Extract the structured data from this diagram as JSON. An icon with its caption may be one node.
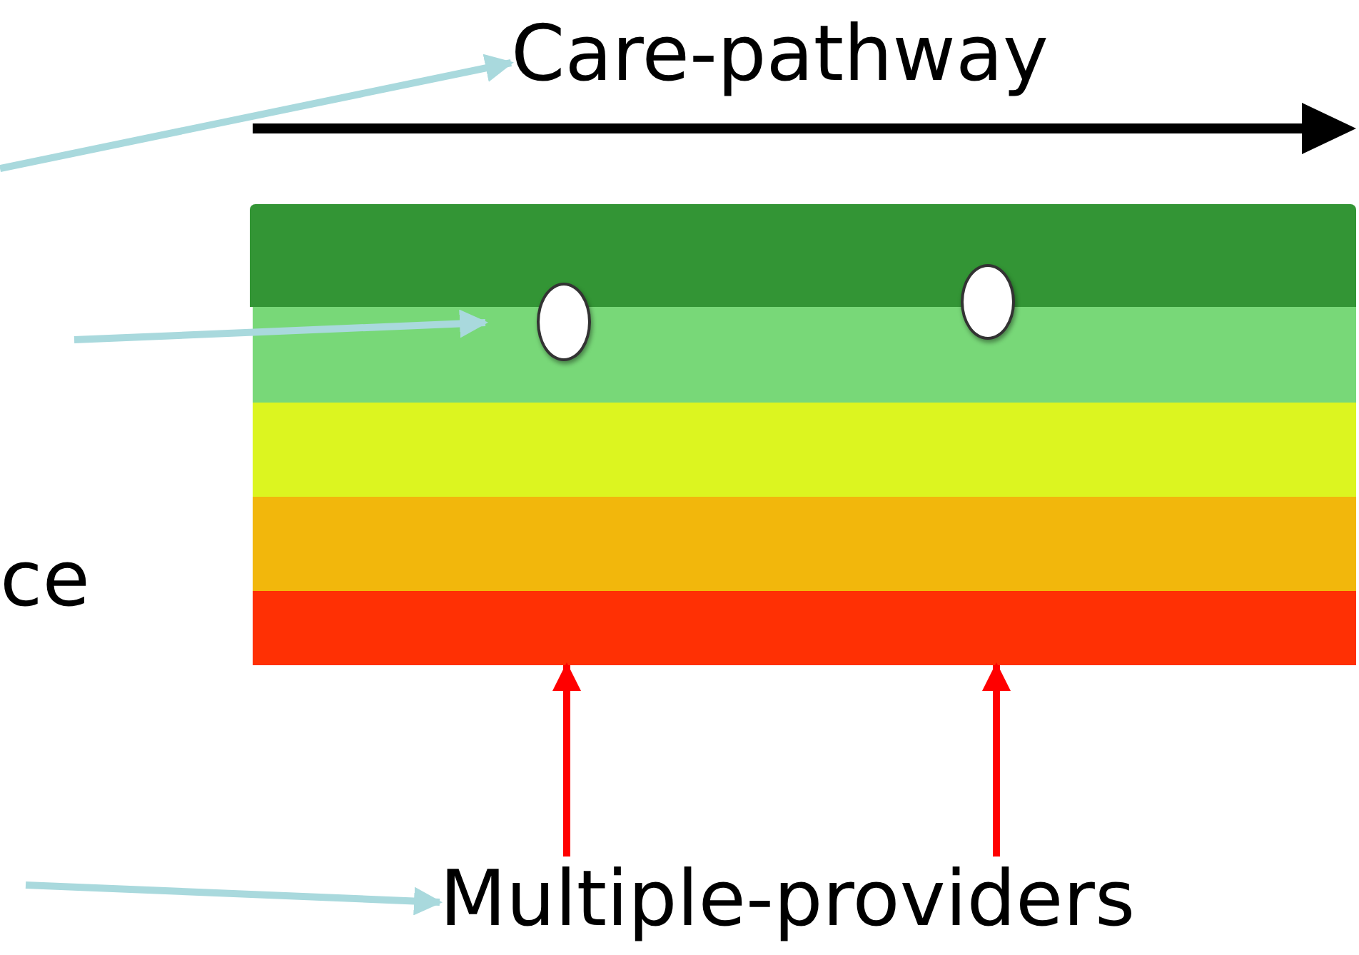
{
  "diagram": {
    "nodes": [
      {
        "text": [
          "Care-pathway"
        ]
      },
      {
        "text": [],
        "shape": "bar"
      },
      {
        "text": [],
        "shape": "bar"
      },
      {
        "text": [],
        "shape": "bar"
      },
      {
        "text": [],
        "shape": "bar"
      },
      {
        "text": [],
        "shape": "bar"
      },
      {
        "text": [],
        "shape": "circle"
      },
      {
        "text": [],
        "shape": "circle"
      },
      {
        "text": [
          "Multiple-providers"
        ]
      }
    ],
    "edges": [
      {
        "from": null,
        "to": 0,
        "arrow": "to"
      },
      {
        "from": null,
        "to": 2,
        "arrow": "to"
      },
      {
        "from": null,
        "to": 8,
        "arrow": "to"
      },
      {
        "from": 8,
        "to": 5,
        "arrow": "to",
        "color": "#ff0000"
      },
      {
        "from": 8,
        "to": 5,
        "arrow": "to",
        "color": "#ff0000"
      }
    ],
    "labels": [
      "ce"
    ]
  }
}
